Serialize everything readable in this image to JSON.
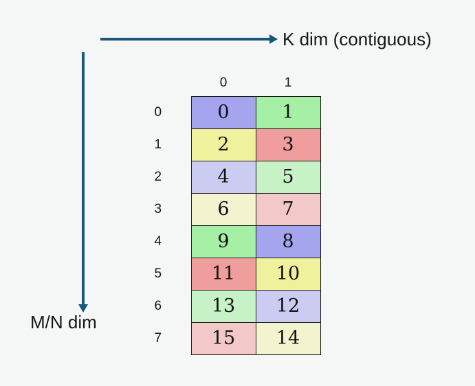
{
  "arrows": {
    "color": "#17587c",
    "k_dim_label": "K dim (contiguous)",
    "mn_dim_label": "M/N dim"
  },
  "grid": {
    "col_headers": [
      "0",
      "1"
    ],
    "rows": [
      {
        "label": "0",
        "cells": [
          {
            "value": "0",
            "color": "#a5a5ef"
          },
          {
            "value": "1",
            "color": "#a5f0a5"
          }
        ]
      },
      {
        "label": "1",
        "cells": [
          {
            "value": "2",
            "color": "#f0f19c"
          },
          {
            "value": "3",
            "color": "#ef9d9d"
          }
        ]
      },
      {
        "label": "2",
        "cells": [
          {
            "value": "4",
            "color": "#ccccf2"
          },
          {
            "value": "5",
            "color": "#c6f2c6"
          }
        ]
      },
      {
        "label": "3",
        "cells": [
          {
            "value": "6",
            "color": "#f3f3cf"
          },
          {
            "value": "7",
            "color": "#f2c8c8"
          }
        ]
      },
      {
        "label": "4",
        "cells": [
          {
            "value": "9",
            "color": "#a5f0a5"
          },
          {
            "value": "8",
            "color": "#a5a5ef"
          }
        ]
      },
      {
        "label": "5",
        "cells": [
          {
            "value": "11",
            "color": "#ef9d9d"
          },
          {
            "value": "10",
            "color": "#f0f19c"
          }
        ]
      },
      {
        "label": "6",
        "cells": [
          {
            "value": "13",
            "color": "#c6f2c6"
          },
          {
            "value": "12",
            "color": "#ccccf2"
          }
        ]
      },
      {
        "label": "7",
        "cells": [
          {
            "value": "15",
            "color": "#f2c8c8"
          },
          {
            "value": "14",
            "color": "#f3f3cf"
          }
        ]
      }
    ]
  }
}
